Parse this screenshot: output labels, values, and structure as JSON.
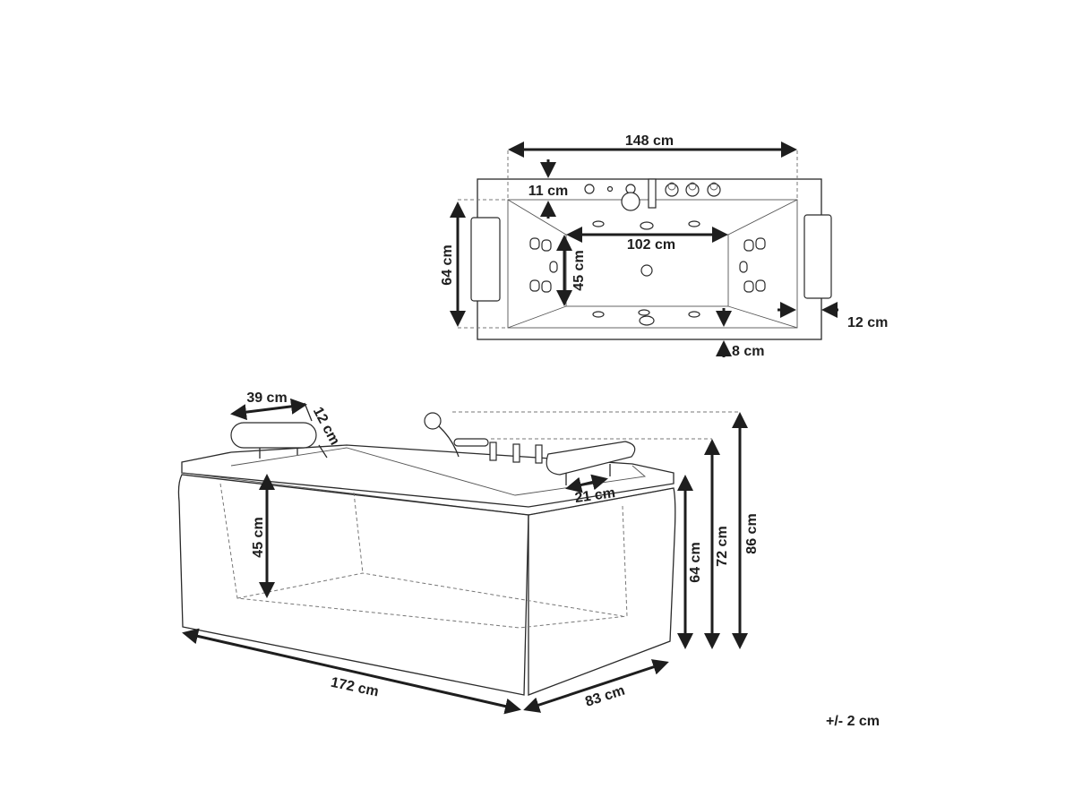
{
  "top_view": {
    "length_label": "148 cm",
    "deck_back_label": "11 cm",
    "width_label": "64 cm",
    "floor_length_label": "102 cm",
    "floor_width_label": "45 cm",
    "deck_side_label": "12 cm",
    "deck_front_label": "8 cm"
  },
  "perspective_view": {
    "pillow_length_label": "39 cm",
    "pillow_depth_label": "12 cm",
    "pillow_leg_span_label": "21 cm",
    "inner_depth_label": "45 cm",
    "height_body_label": "64 cm",
    "height_pillow_label": "72 cm",
    "height_shower_label": "86 cm",
    "length_label": "172 cm",
    "width_label": "83 cm"
  },
  "tolerance_label": "+/- 2 cm",
  "colors": {
    "line": "#2a2a2a",
    "background": "#ffffff"
  }
}
